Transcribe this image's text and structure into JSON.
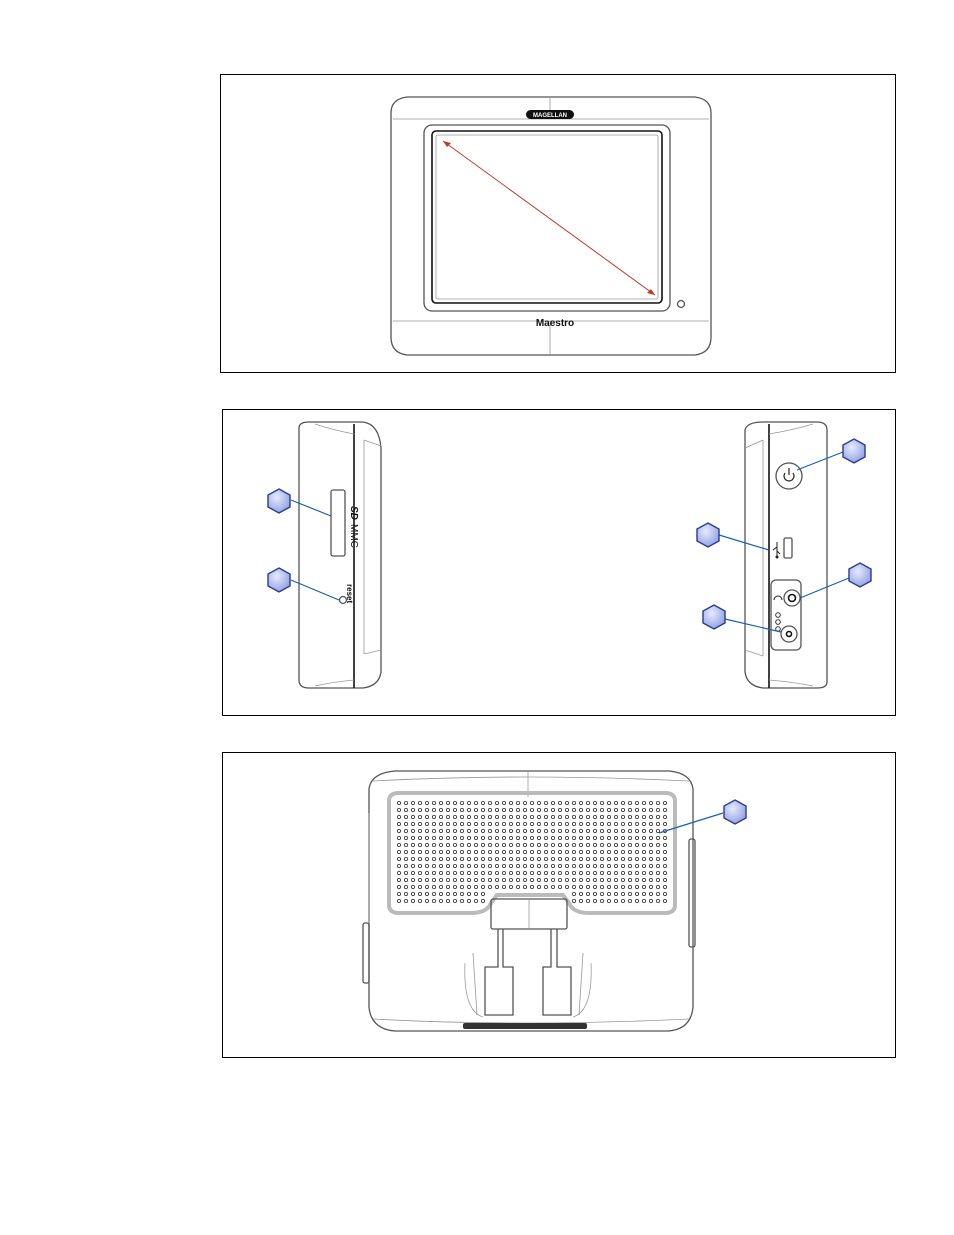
{
  "front_view": {
    "brand_logo": "MAGELLAN",
    "model_name": "Maestro",
    "diagonal_color": "#c0392b"
  },
  "side_views": {
    "card_slot_label": "MMC",
    "card_slot_logo": "SD",
    "reset_label": "reset",
    "callout_count_left": 2,
    "callout_count_right": 4
  },
  "back_view": {
    "callout_count": 1
  },
  "colors": {
    "callout_fill": "#b8c4ef",
    "callout_stroke": "#2a3b8f",
    "leader_line": "#1a5fb4"
  },
  "icons": [
    "power-icon",
    "usb-icon",
    "headphone-icon",
    "dc-power-icon"
  ]
}
